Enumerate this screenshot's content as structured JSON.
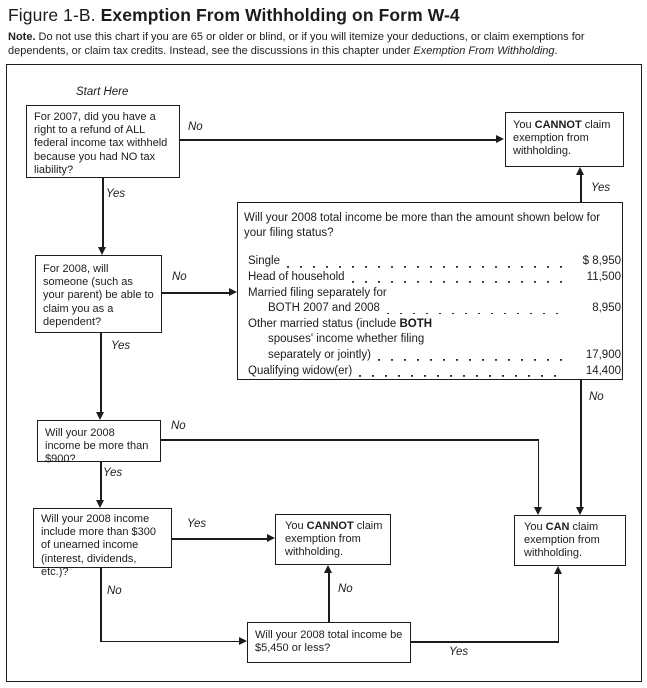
{
  "figure": {
    "prefix": "Figure 1-B.",
    "title": "Exemption From Withholding on Form W-4"
  },
  "note": {
    "label": "Note.",
    "body": " Do not use this chart if you are 65 or older or blind, or if you will itemize your deductions, or claim exemptions for dependents, or claim tax credits. Instead, see the discussions in this chapter under ",
    "italic_ref": "Exemption From Withholding",
    "suffix": "."
  },
  "labels": {
    "start_here": "Start Here",
    "yes": "Yes",
    "no": "No"
  },
  "boxes": {
    "refund_2007": "For 2007, did you have a right to a refund of ALL federal income tax withheld because you had NO tax liability?",
    "dependent_2008": "For 2008, will someone (such as your parent) be able to claim you as a dependent?",
    "income_900": "Will your 2008 income be more than $900?",
    "unearned_300": "Will your 2008 income include more than $300 of unearned income (interest, dividends, etc.)?",
    "income_5450": "Will your 2008 total income be $5,450 or less?",
    "cannot_claim": {
      "pre": "You ",
      "bold": "CANNOT",
      "post": " claim exemption from withholding."
    },
    "can_claim": {
      "pre": "You ",
      "bold": "CAN",
      "post": " claim exemption from withholding."
    }
  },
  "threshold_box": {
    "question": "Will your 2008 total income be more than the amount shown below for your filing status?",
    "rows": [
      {
        "label": "Single",
        "value": "$ 8,950"
      },
      {
        "label": "Head of household",
        "value": "11,500"
      },
      {
        "label": "Married filing separately for",
        "value": ""
      },
      {
        "label": "BOTH 2007 and 2008",
        "value": "8,950"
      },
      {
        "label_pre": "Other married status (include ",
        "label_bold": "BOTH",
        "value": ""
      },
      {
        "label": "spouses' income whether filing",
        "value": ""
      },
      {
        "label": "separately or jointly)",
        "value": "17,900"
      },
      {
        "label": "Qualifying widow(er)",
        "value": "14,400"
      }
    ]
  }
}
